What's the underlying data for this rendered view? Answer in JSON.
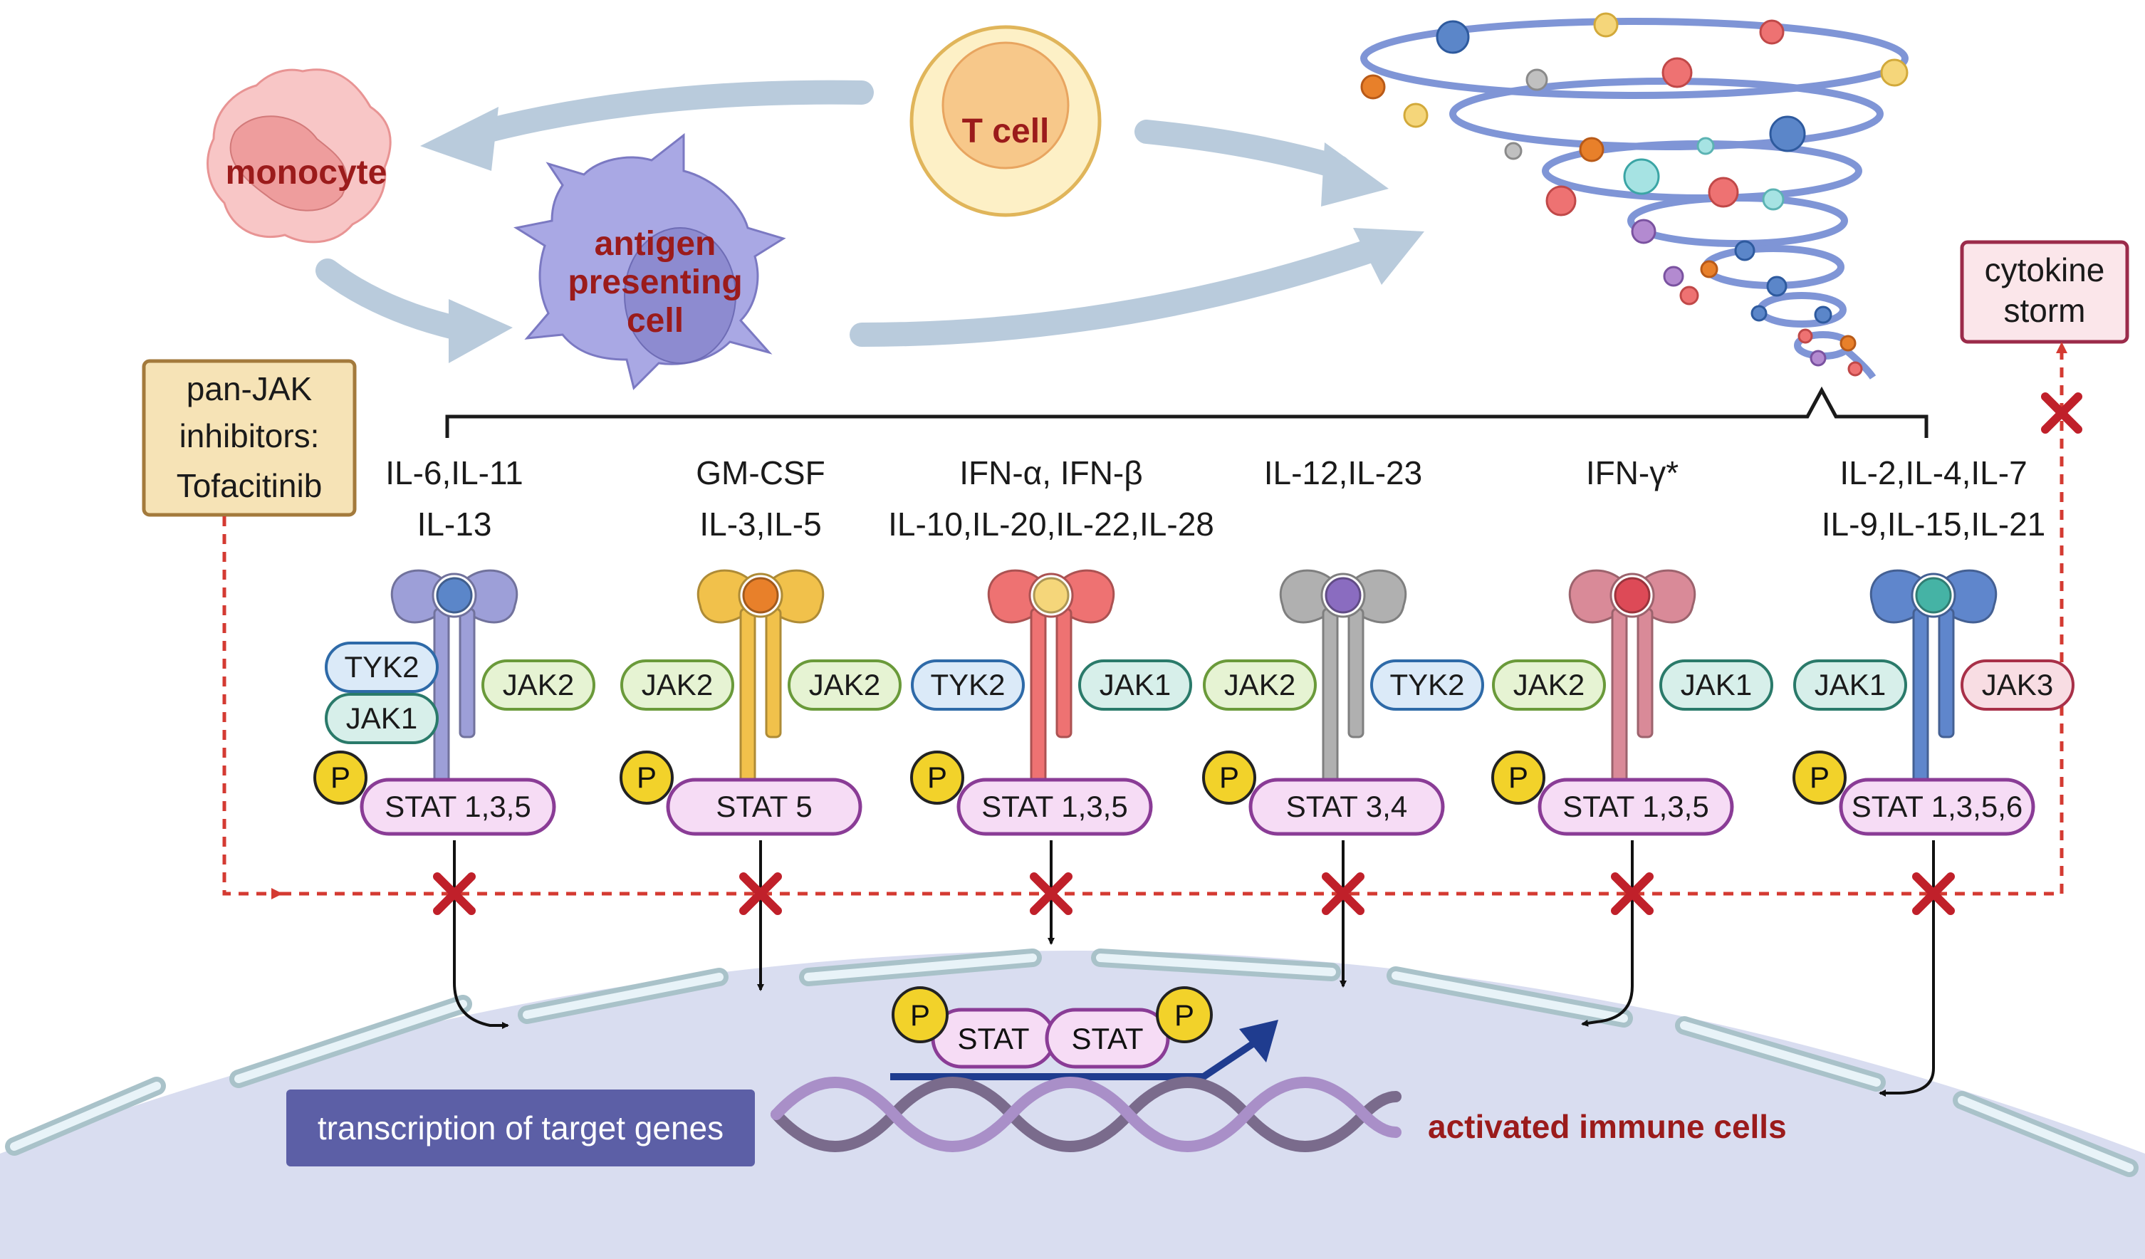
{
  "cells": {
    "monocyte": "monocyte",
    "apc_line1": "antigen",
    "apc_line2": "presenting",
    "apc_line3": "cell",
    "t_cell": "T cell"
  },
  "inhibitor": {
    "line1": "pan-JAK",
    "line2": "inhibitors:",
    "line3": "Tofacitinib"
  },
  "storm": {
    "line1": "cytokine",
    "line2": "storm"
  },
  "phospho_label": "P",
  "receptors": [
    {
      "cytokines": [
        "IL-6,IL-11",
        "IL-13"
      ],
      "jak_left": [
        "TYK2",
        "JAK1"
      ],
      "jak_right": "JAK2",
      "stat": "STAT 1,3,5",
      "color": "#9d9fd8",
      "ligand_color": "#5b86c9"
    },
    {
      "cytokines": [
        "GM-CSF",
        "IL-3,IL-5"
      ],
      "jak_left": [
        "JAK2"
      ],
      "jak_right": "JAK2",
      "stat": "STAT 5",
      "color": "#f1c14b",
      "ligand_color": "#e8802a"
    },
    {
      "cytokines": [
        "IFN-α, IFN-β",
        "IL-10,IL-20,IL-22,IL-28"
      ],
      "jak_left": [
        "TYK2"
      ],
      "jak_right": "JAK1",
      "stat": "STAT 1,3,5",
      "color": "#ee7272",
      "ligand_color": "#f5d67a"
    },
    {
      "cytokines": [
        "IL-12,IL-23"
      ],
      "jak_left": [
        "JAK2"
      ],
      "jak_right": "TYK2",
      "stat": "STAT 3,4",
      "color": "#b0b0b0",
      "ligand_color": "#8a6cc0"
    },
    {
      "cytokines": [
        "IFN-γ*"
      ],
      "jak_left": [
        "JAK2"
      ],
      "jak_right": "JAK1",
      "stat": "STAT 1,3,5",
      "color": "#d98a98",
      "ligand_color": "#dd4a57"
    },
    {
      "cytokines": [
        "IL-2,IL-4,IL-7",
        "IL-9,IL-15,IL-21"
      ],
      "jak_left": [
        "JAK1"
      ],
      "jak_right": "JAK3",
      "stat": "STAT 1,3,5,6",
      "color": "#5f86cc",
      "ligand_color": "#45b3a5"
    }
  ],
  "nucleus": {
    "dimer_left": "STAT",
    "dimer_right": "STAT",
    "transcription": "transcription of target genes",
    "activated": "activated immune cells"
  },
  "colors": {
    "dashed_inhibition": "#d43a32",
    "inhibit_x": "#c0202a",
    "nucleus_fill": "#d9ddf0",
    "nuclear_envelope": "#a9c2c9",
    "transcription_box": "#5c5fa6",
    "arrow_blue": "#1f3c8f",
    "flow_arrow": "#b9cbdc",
    "jak_tyk2": "#2e6aa8",
    "jak_jak1": "#2a7a6a",
    "jak_jak2": "#6a9a3a",
    "jak_jak3": "#a83048",
    "stat": "#8a3c96",
    "phosphate": "#f2d22a"
  }
}
